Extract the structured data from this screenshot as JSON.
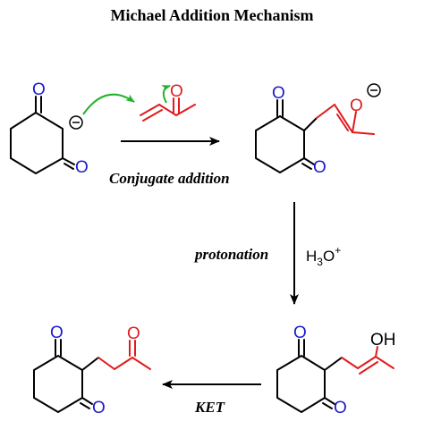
{
  "title": "Michael Addition Mechanism",
  "steps": {
    "conjugate_addition": "Conjugate addition",
    "protonation": "protonation",
    "ket": "KET"
  },
  "reagent": {
    "main": "H",
    "sub": "3",
    "o": "O",
    "sup": "+"
  },
  "atoms": {
    "oxygen": "O",
    "hydroxyl": "OH",
    "minus": "−"
  },
  "colors": {
    "oxygen_blue": "#1a1acc",
    "red": "#e11b1b",
    "green": "#22b22a",
    "black": "#000000"
  }
}
